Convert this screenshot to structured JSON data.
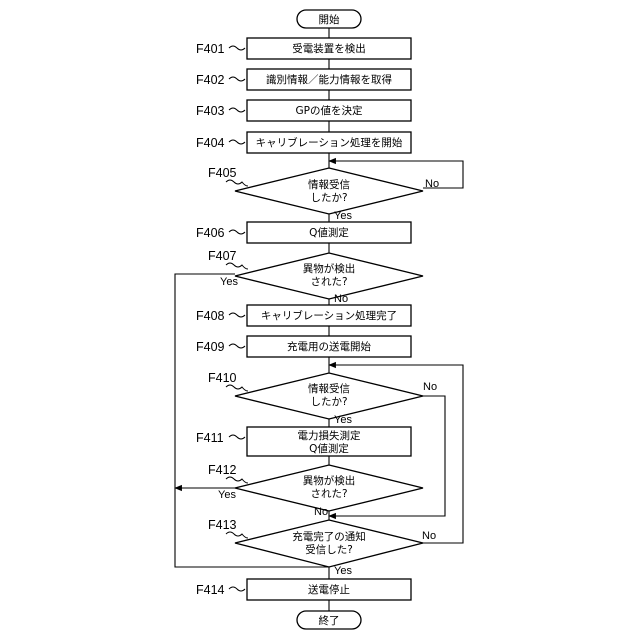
{
  "start": "開始",
  "end": "終了",
  "steps": {
    "F401": {
      "label": "F401",
      "text": "受電装置を検出"
    },
    "F402": {
      "label": "F402",
      "text": "識別情報／能力情報を取得"
    },
    "F403": {
      "label": "F403",
      "text": "GPの値を決定"
    },
    "F404": {
      "label": "F404",
      "text": "キャリブレーション処理を開始"
    },
    "F405": {
      "label": "F405",
      "line1": "情報受信",
      "line2": "したか?"
    },
    "F406": {
      "label": "F406",
      "text": "Q値測定"
    },
    "F407": {
      "label": "F407",
      "line1": "異物が検出",
      "line2": "された?"
    },
    "F408": {
      "label": "F408",
      "text": "キャリブレーション処理完了"
    },
    "F409": {
      "label": "F409",
      "text": "充電用の送電開始"
    },
    "F410": {
      "label": "F410",
      "line1": "情報受信",
      "line2": "したか?"
    },
    "F411": {
      "label": "F411",
      "line1": "電力損失測定",
      "line2": "Q値測定"
    },
    "F412": {
      "label": "F412",
      "line1": "異物が検出",
      "line2": "された?"
    },
    "F413": {
      "label": "F413",
      "line1": "充電完了の通知",
      "line2": "受信した?"
    },
    "F414": {
      "label": "F414",
      "text": "送電停止"
    }
  },
  "branches": {
    "yes": "Yes",
    "no": "No"
  }
}
